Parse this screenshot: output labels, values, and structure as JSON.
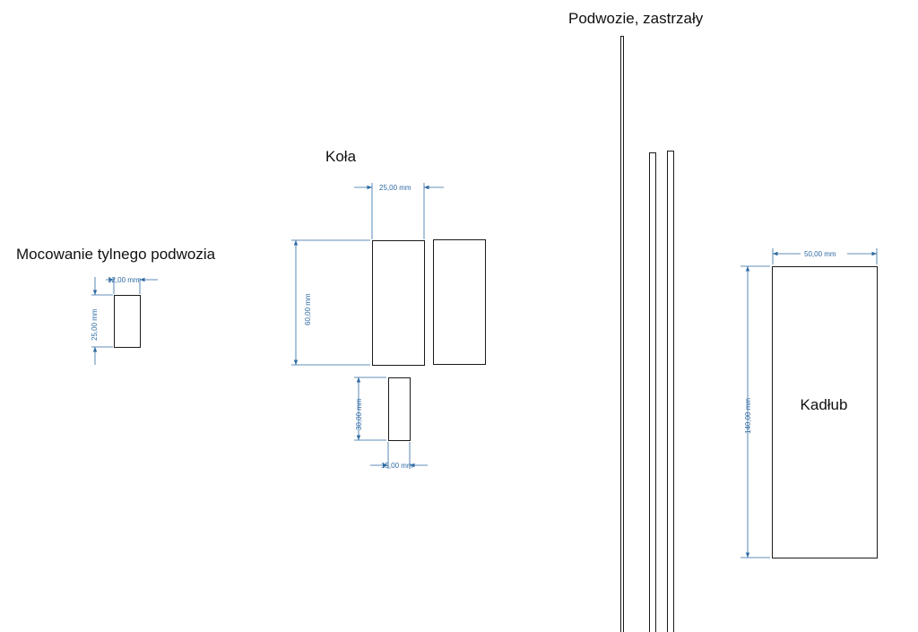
{
  "headings": {
    "mount": "Mocowanie tylnego podwozia",
    "wheels": "Koła",
    "undercarriage": "Podwozie, zastrzały"
  },
  "parts": {
    "fuselage": "Kadłub"
  },
  "dimensions": {
    "mount_width": "12,00 mm",
    "mount_height": "25,00 mm",
    "wheel_width": "25,00 mm",
    "wheel_height": "60,00 mm",
    "block_height": "30,00 mm",
    "block_width": "15,00 mm",
    "fuselage_width": "50,00 mm",
    "fuselage_height": "140,00 mm"
  },
  "colors": {
    "dimension": "#2e6aa3",
    "outline": "#1a1a1a"
  }
}
